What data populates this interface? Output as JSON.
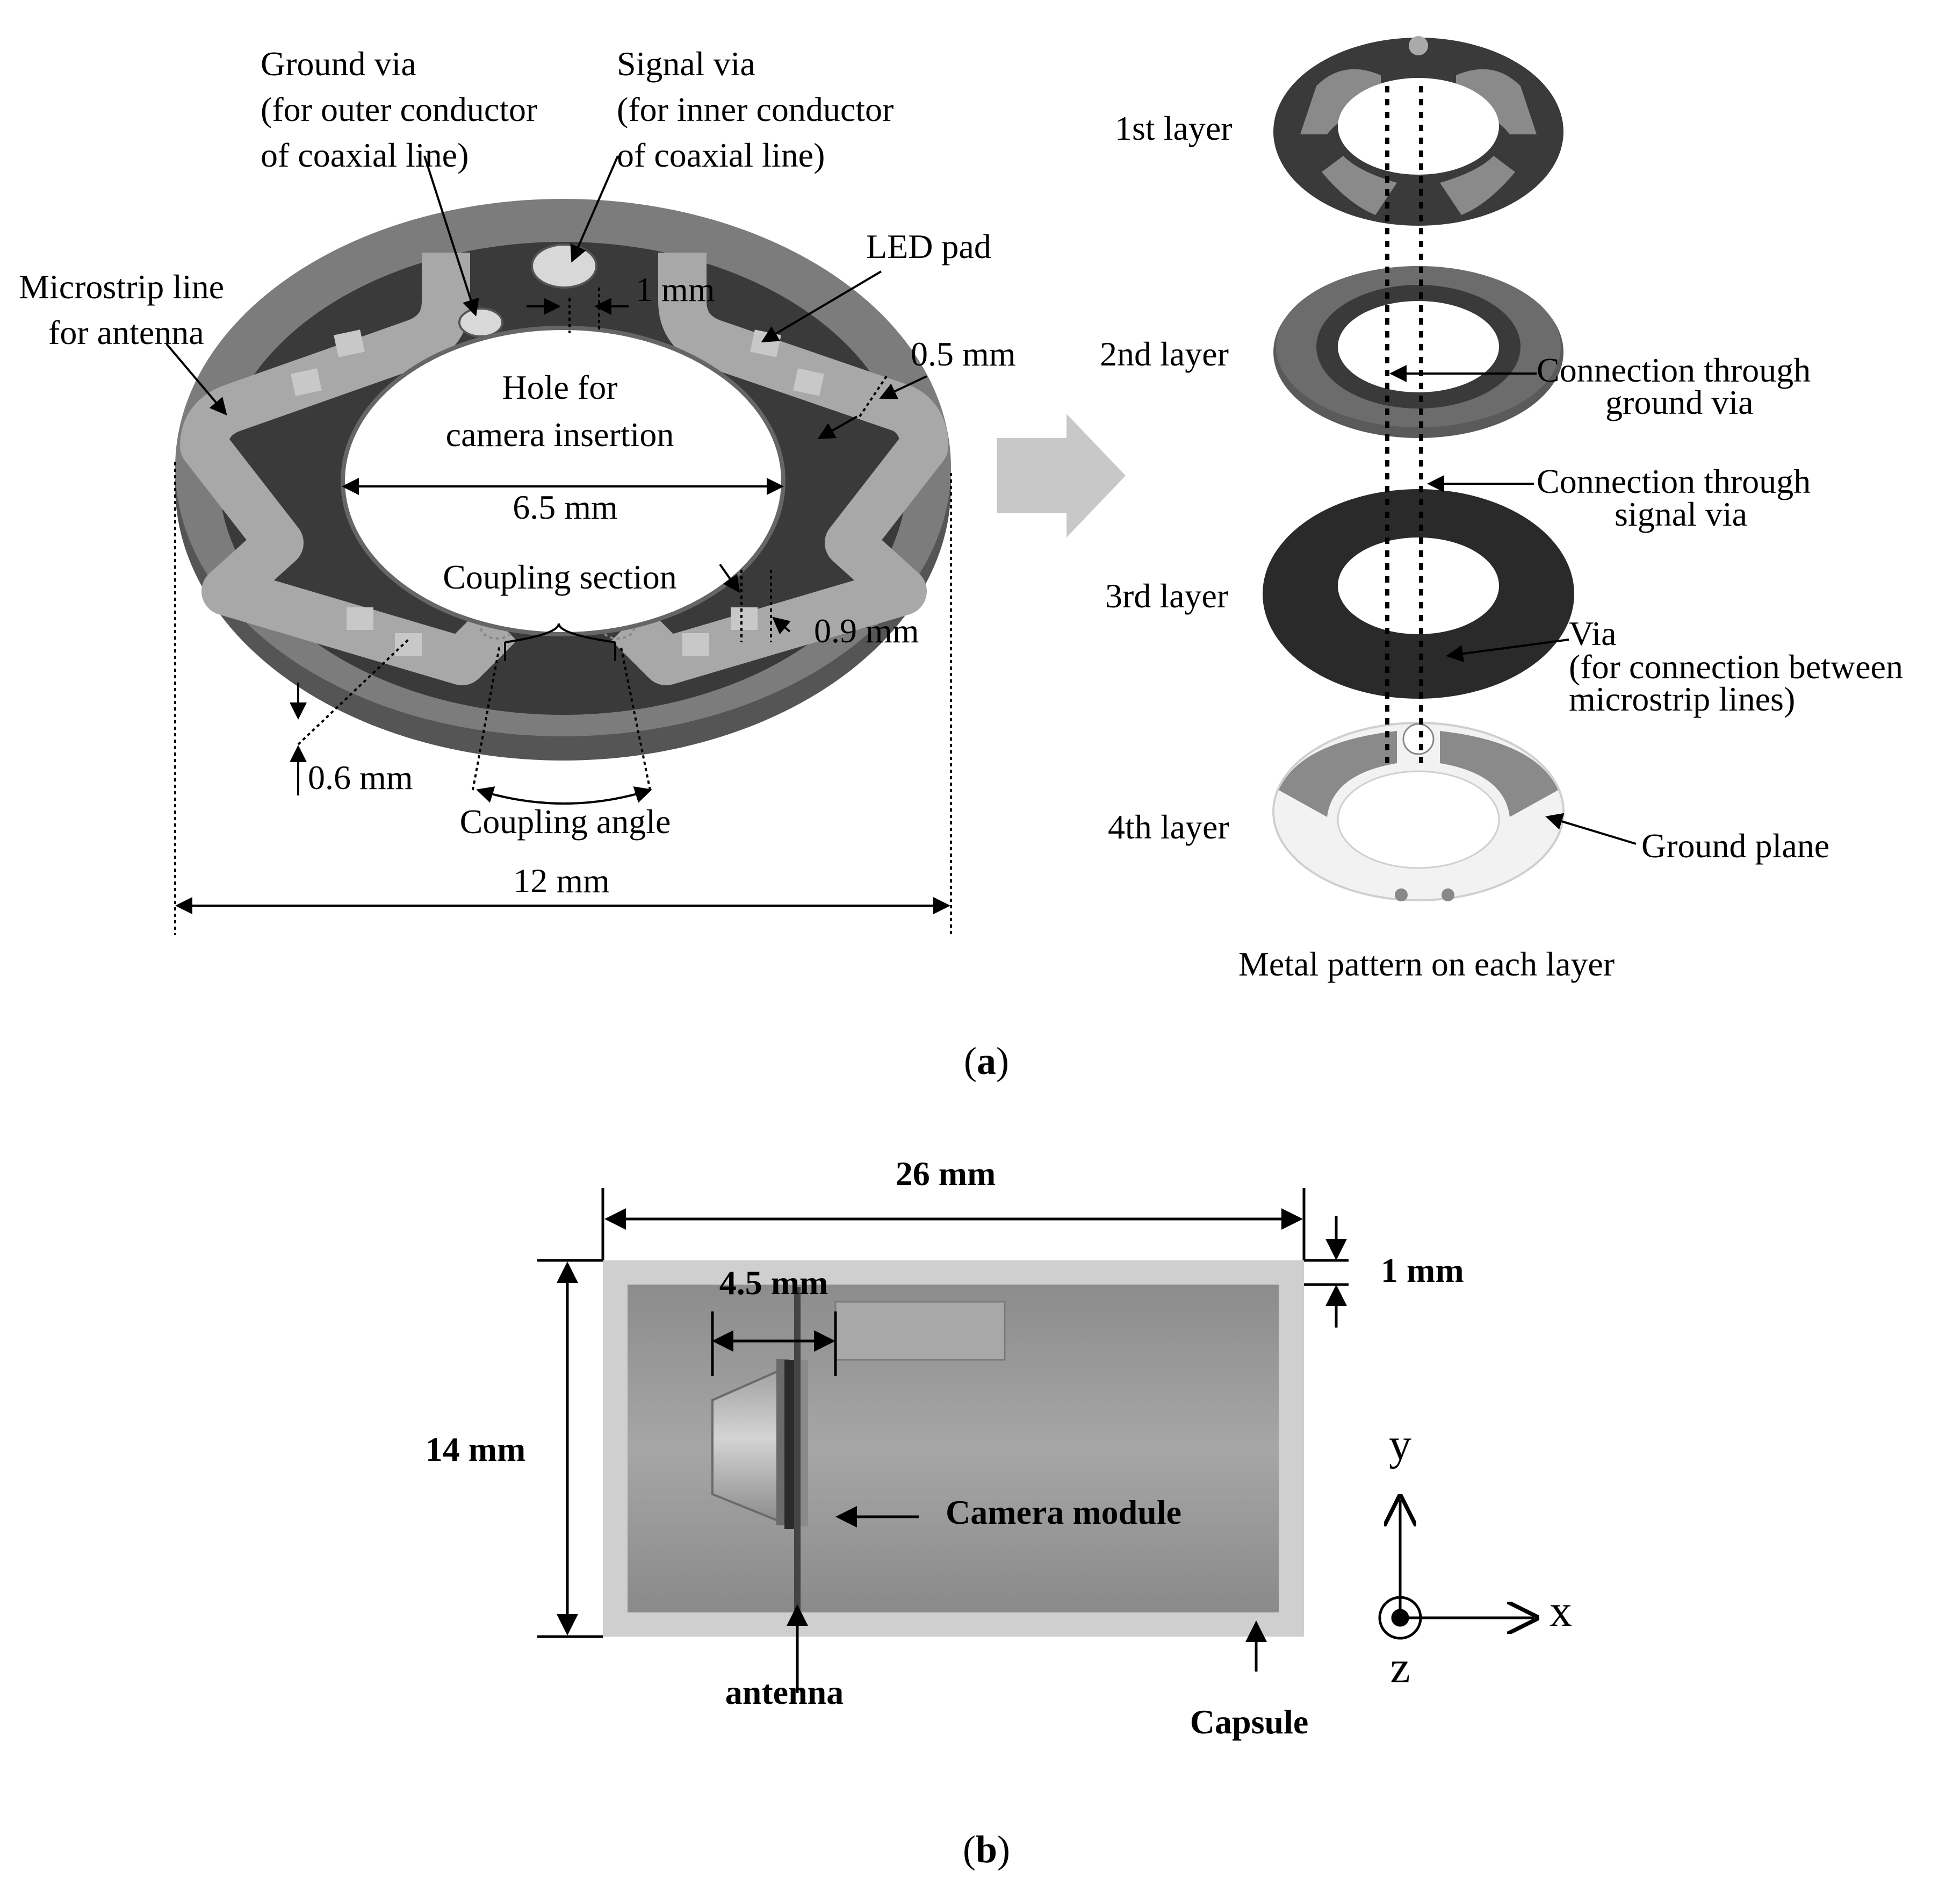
{
  "panel_a": {
    "callouts": {
      "ground_via": [
        "Ground via",
        "(for outer conductor",
        "of coaxial line)"
      ],
      "signal_via": [
        "Signal via",
        "(for inner conductor",
        "of coaxial line)"
      ],
      "microstrip": [
        "Microstrip line",
        "for antenna"
      ],
      "led_pad": "LED pad",
      "hole": [
        "Hole for",
        "camera insertion"
      ],
      "coupling_section": "Coupling section",
      "coupling_angle": "Coupling angle"
    },
    "dimensions": {
      "via_gap": "1 mm",
      "led_offset": "0.5 mm",
      "hole_diameter": "6.5 mm",
      "led_size": "0.9 mm",
      "thickness": "0.6 mm",
      "outer_diameter": "12 mm"
    },
    "layers": [
      "1st layer",
      "2nd layer",
      "3rd layer",
      "4th layer"
    ],
    "annotations": {
      "ground_connection": [
        "Connection through",
        "ground via"
      ],
      "signal_connection": [
        "Connection through",
        "signal via"
      ],
      "via_between": [
        "Via",
        "(for connection between",
        "microstrip lines)"
      ],
      "ground_plane": "Ground plane"
    },
    "metal_pattern_caption": "Metal pattern on each layer",
    "label_prefix": "(",
    "label_letter": "a",
    "label_suffix": ")"
  },
  "panel_b": {
    "dimensions": {
      "length": "26 mm",
      "wall": "1 mm",
      "diameter": "14 mm",
      "offset": "4.5 mm"
    },
    "labels": {
      "camera_module": "Camera module",
      "antenna": "antenna",
      "capsule": "Capsule"
    },
    "axes": {
      "y": "y",
      "x": "x",
      "z": "z"
    },
    "label_prefix": "(",
    "label_letter": "b",
    "label_suffix": ")"
  },
  "colors": {
    "substrate_dark": "#3a3a3a",
    "microstrip": "#a8a8a8",
    "ring_top": "#7c7c7c",
    "arrow_gray": "#c8c8c8",
    "capsule_outer": "#cfcfcf",
    "capsule_inner": "#9a9a9a"
  }
}
